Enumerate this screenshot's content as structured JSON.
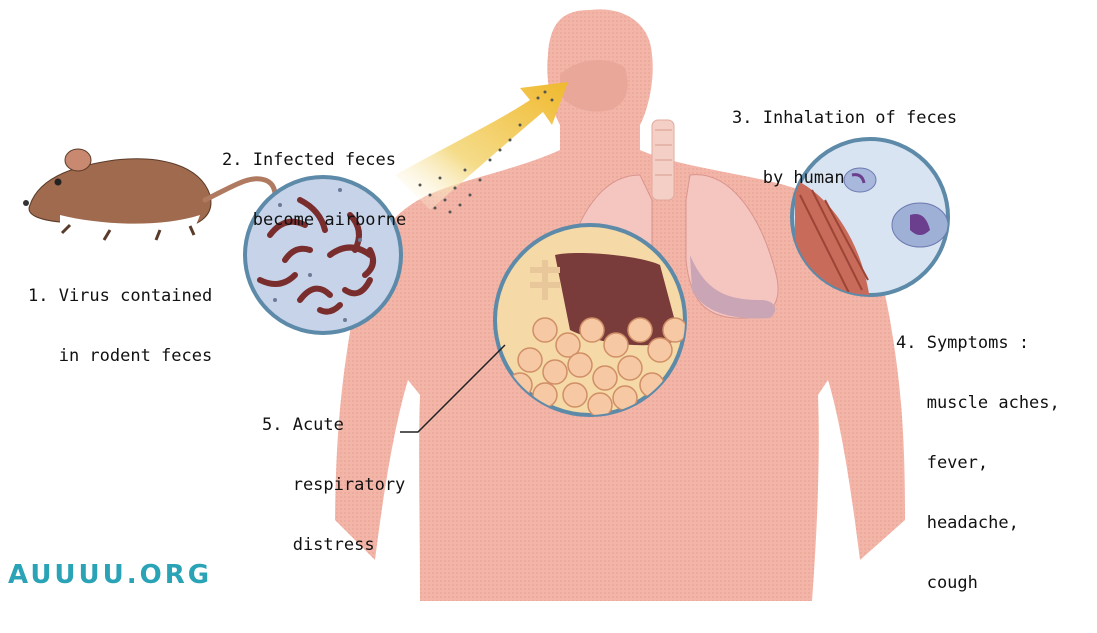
{
  "colors": {
    "body": "#f2b5a8",
    "body_shadow": "#e29c90",
    "lung": "#f5c6c0",
    "lung_shade": "#c9a5b5",
    "arrow": "#f1c94a",
    "rodent": "#a06a4e",
    "bacteria_bg": "#c6d3e8",
    "bacteria": "#7a2d2d",
    "alveoli": "#f3c49c",
    "watermark": "#2aa3b7"
  },
  "steps": [
    {
      "lines": [
        "1. Virus contained",
        "   in rodent feces"
      ]
    },
    {
      "lines": [
        "2. Infected feces",
        "   become airborne"
      ]
    },
    {
      "lines": [
        "3. Inhalation of feces",
        "   by human"
      ]
    },
    {
      "lines": [
        "4. Symptoms :",
        "   muscle aches,",
        "   fever,",
        "   headache,",
        "   cough"
      ]
    },
    {
      "lines": [
        "5. Acute",
        "   respiratory",
        "   distress"
      ]
    }
  ],
  "watermark": "AUUUU.ORG"
}
